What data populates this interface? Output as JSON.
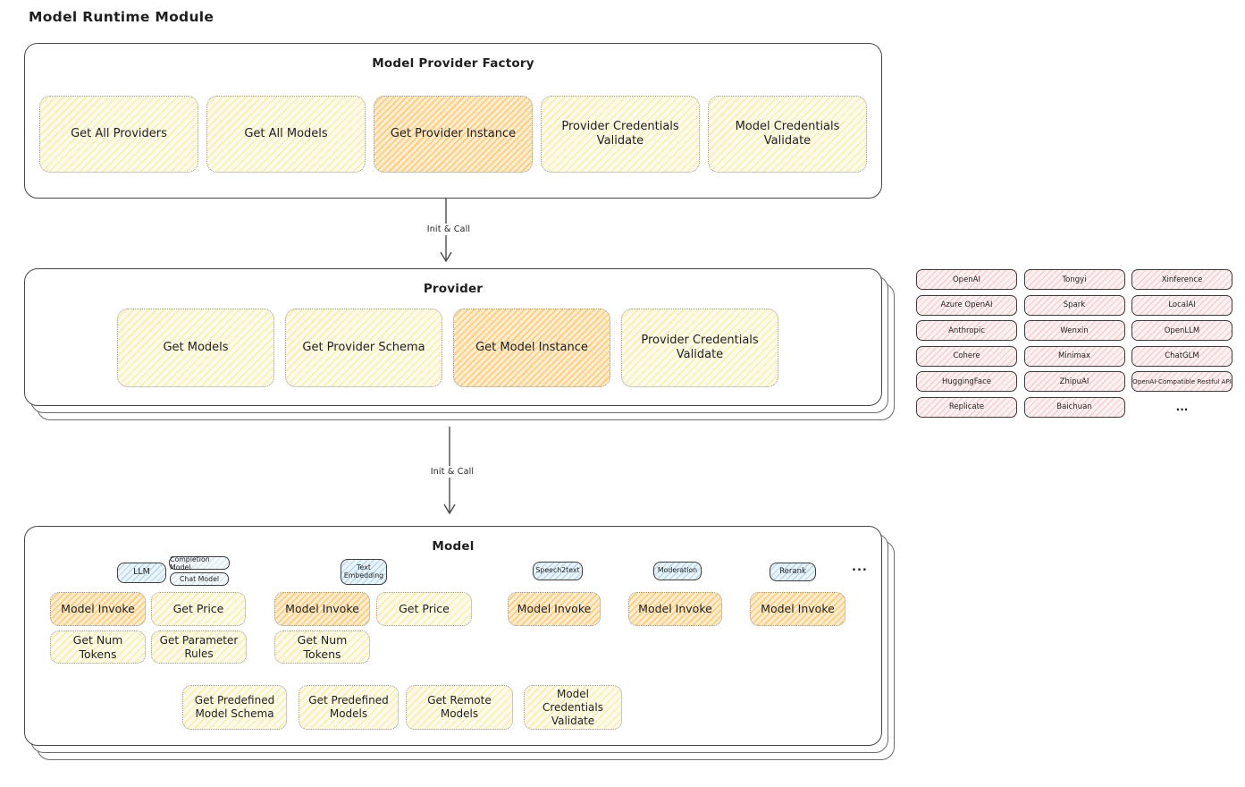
{
  "title": "Model Runtime Module",
  "colors": {
    "highlight_orange": "#f7c873",
    "panel_yellow": "#fdf3cf",
    "provider_pink": "#fbe3e3",
    "tab_blue": "#dcedf9",
    "outline": "#464646"
  },
  "arrows": [
    {
      "label": "Init & Call"
    },
    {
      "label": "Init & Call"
    }
  ],
  "factory": {
    "title": "Model Provider Factory",
    "buttons": [
      {
        "label": "Get All Providers",
        "highlight": false
      },
      {
        "label": "Get All Models",
        "highlight": false
      },
      {
        "label": "Get Provider Instance",
        "highlight": true
      },
      {
        "label": "Provider Credentials Validate",
        "highlight": false
      },
      {
        "label": "Model Credentials Validate",
        "highlight": false
      }
    ]
  },
  "provider": {
    "title": "Provider",
    "buttons": [
      {
        "label": "Get Models",
        "highlight": false
      },
      {
        "label": "Get Provider Schema",
        "highlight": false
      },
      {
        "label": "Get Model Instance",
        "highlight": true
      },
      {
        "label": "Provider Credentials Validate",
        "highlight": false
      }
    ]
  },
  "providers_list": {
    "items": [
      "OpenAI",
      "Tongyi",
      "Xinference",
      "Azure OpenAI",
      "Spark",
      "LocalAI",
      "Anthropic",
      "Wenxin",
      "OpenLLM",
      "Cohere",
      "Minimax",
      "ChatGLM",
      "HuggingFace",
      "ZhipuAI",
      "OpenAI-Compatible Restful API",
      "Replicate",
      "Baichuan",
      "..."
    ]
  },
  "model": {
    "title": "Model",
    "groups": [
      {
        "tab": "LLM",
        "row1": [
          "Model Invoke",
          "Get Price"
        ],
        "row2": [
          "Get Num Tokens",
          "Get Parameter Rules"
        ]
      },
      {
        "tab": "Text Embedding",
        "row1": [
          "Model Invoke",
          "Get Price"
        ],
        "row2": [
          "Get Num Tokens"
        ]
      },
      {
        "tab": "Speech2text",
        "row1": [
          "Model Invoke"
        ]
      },
      {
        "tab": "Moderation",
        "row1": [
          "Model Invoke"
        ]
      },
      {
        "tab": "Rerank",
        "row1": [
          "Model Invoke"
        ]
      }
    ],
    "subtabs": [
      "Completion Model",
      "Chat Model"
    ],
    "more": "...",
    "bottom": [
      "Get Predefined Model Schema",
      "Get Predefined Models",
      "Get Remote Models",
      "Model Credentials Validate"
    ]
  }
}
